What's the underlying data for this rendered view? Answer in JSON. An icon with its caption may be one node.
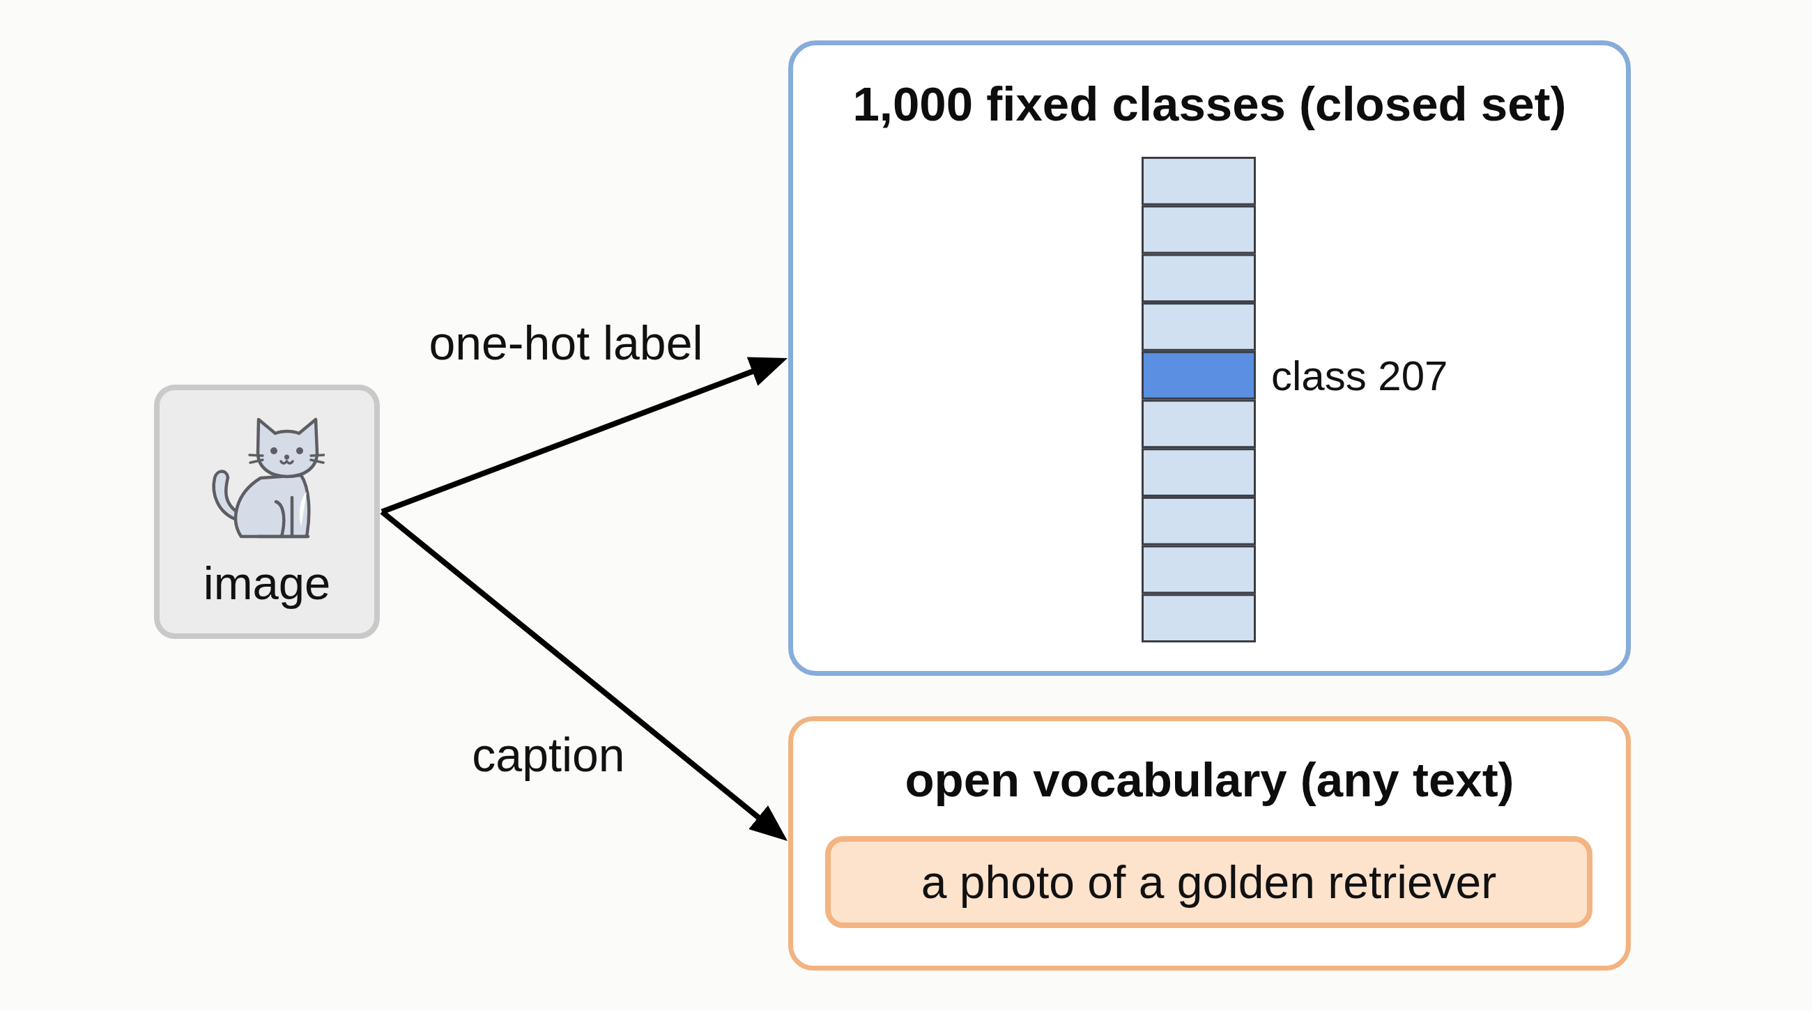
{
  "diagram": {
    "nodes": [
      {
        "text": [
          "image"
        ]
      },
      {
        "text": [
          "1,000 fixed classes (closed set)"
        ]
      },
      {
        "text": [
          "open vocabulary (any text)"
        ]
      },
      {
        "text": [
          "a photo of a golden retriever"
        ],
        "in": 2
      }
    ],
    "edges": [
      {
        "from": 0,
        "to": 1,
        "arrow": "to",
        "label": "one-hot label"
      },
      {
        "from": 0,
        "to": 2,
        "arrow": "to",
        "label": "caption"
      }
    ],
    "labels": [
      "class 207"
    ]
  }
}
